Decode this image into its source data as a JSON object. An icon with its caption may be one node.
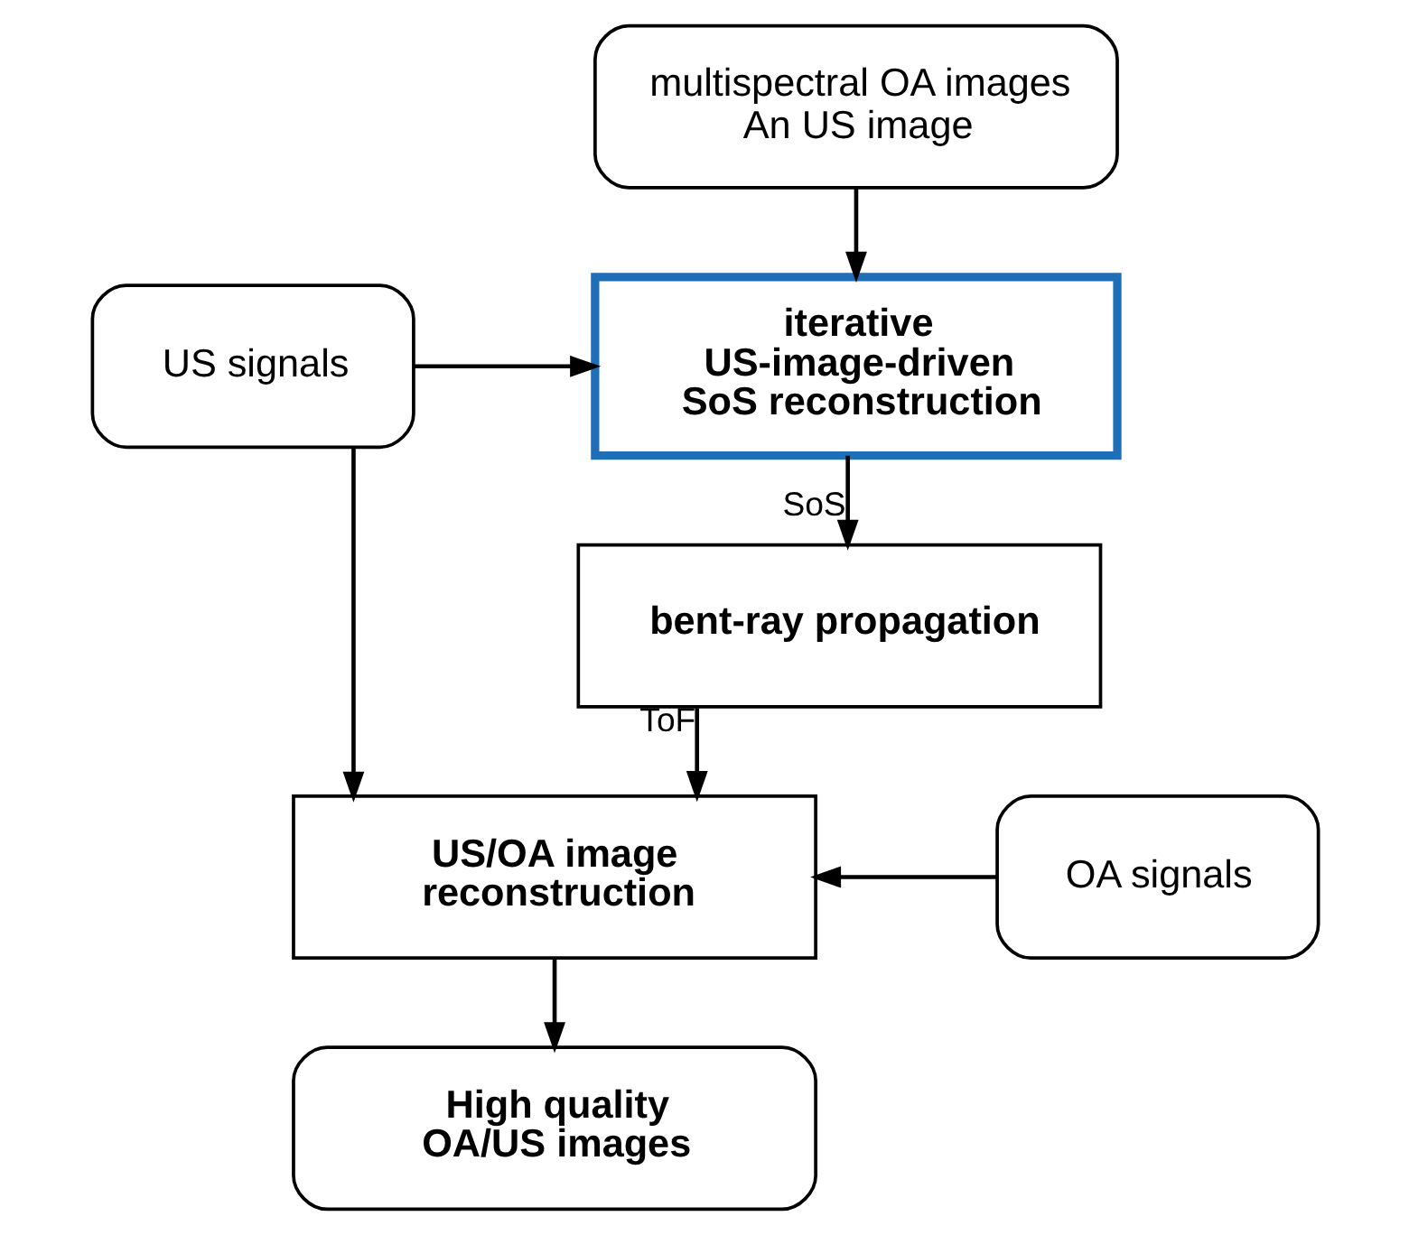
{
  "diagram": {
    "nodes": [
      {
        "text": [
          "multispectral OA images",
          "An US image"
        ]
      },
      {
        "text": [
          "US signals"
        ]
      },
      {
        "text": [
          "iterative US-image-driven SoS reconstruction"
        ]
      },
      {
        "text": [
          "bent-ray propagation"
        ]
      },
      {
        "text": [
          "US/OA image reconstruction"
        ]
      },
      {
        "text": [
          "OA signals"
        ]
      },
      {
        "text": [
          "High quality OA/US images"
        ]
      }
    ],
    "edges": [
      {
        "from": 0,
        "to": 2,
        "arrow": "to"
      },
      {
        "from": 1,
        "to": 2,
        "arrow": "to"
      },
      {
        "from": 2,
        "to": 3,
        "arrow": "to",
        "label": "SoS"
      },
      {
        "from": 3,
        "to": 4,
        "arrow": "to",
        "label": "ToF"
      },
      {
        "from": 1,
        "to": 4,
        "arrow": "to"
      },
      {
        "from": 5,
        "to": 4,
        "arrow": "to"
      },
      {
        "from": 4,
        "to": 6,
        "arrow": "to"
      }
    ]
  }
}
